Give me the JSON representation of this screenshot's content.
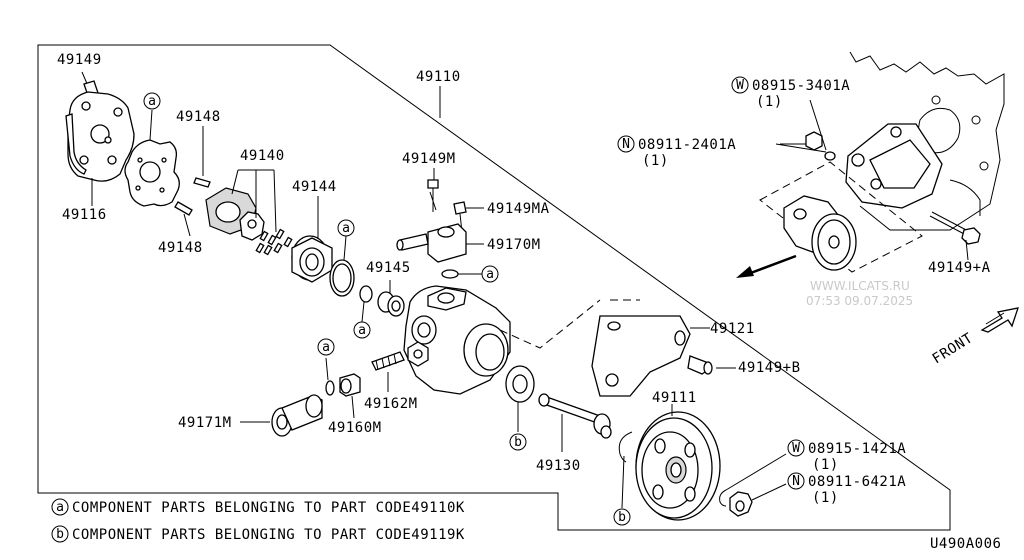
{
  "part_labels": {
    "p49149": "49149",
    "p49110": "49110",
    "p49148_top": "49148",
    "p49140": "49140",
    "p49144": "49144",
    "p49116": "49116",
    "p49148_bot": "49148",
    "p49149M": "49149M",
    "p49149MA": "49149MA",
    "p49170M": "49170M",
    "p49145": "49145",
    "p49121": "49121",
    "p49149B": "49149+B",
    "p49162M": "49162M",
    "p49171M": "49171M",
    "p49160M": "49160M",
    "p49111": "49111",
    "p49130": "49130",
    "p49149A": "49149+A"
  },
  "fasteners": {
    "w1_code": "08915-3401A",
    "w1_qty": "(1)",
    "w1_sym": "W",
    "n1_code": "08911-2401A",
    "n1_qty": "(1)",
    "n1_sym": "N",
    "w2_code": "08915-1421A",
    "w2_qty": "(1)",
    "w2_sym": "W",
    "n2_code": "08911-6421A",
    "n2_qty": "(1)",
    "n2_sym": "N"
  },
  "callouts": {
    "a": "a",
    "b": "b"
  },
  "legend": {
    "a_text": "COMPONENT PARTS BELONGING TO PART CODE49110K",
    "b_text": "COMPONENT PARTS BELONGING TO PART CODE49119K"
  },
  "watermark": {
    "site": "WWW.ILCATS.RU",
    "stamp": "07:53 09.07.2025"
  },
  "front_label": "FRONT",
  "diagram_code": "U490A006"
}
